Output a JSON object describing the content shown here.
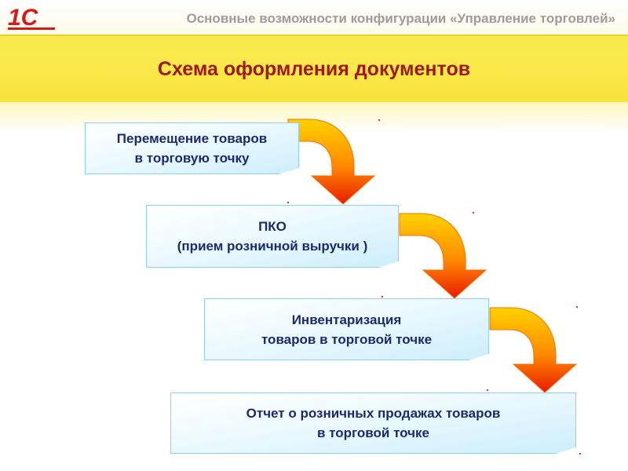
{
  "header": {
    "logo_text": "1С",
    "subtitle": "Основные возможности конфигурации «Управление торговлей»",
    "title": "Схема оформления документов"
  },
  "steps": [
    {
      "label": "Перемещение товаров\nв торговую точку"
    },
    {
      "label": "ПКО\n(прием розничной выручки )"
    },
    {
      "label": "Инвентаризация\nтоваров в торговой точке"
    },
    {
      "label": "Отчет  о розничных продажах товаров\nв торговой точке"
    }
  ],
  "colors": {
    "title": "#a01818",
    "subtitle": "#9c9c9c",
    "box_text": "#1a2a6c",
    "arrow_top": "#ffd200",
    "arrow_bottom": "#e81a00"
  }
}
